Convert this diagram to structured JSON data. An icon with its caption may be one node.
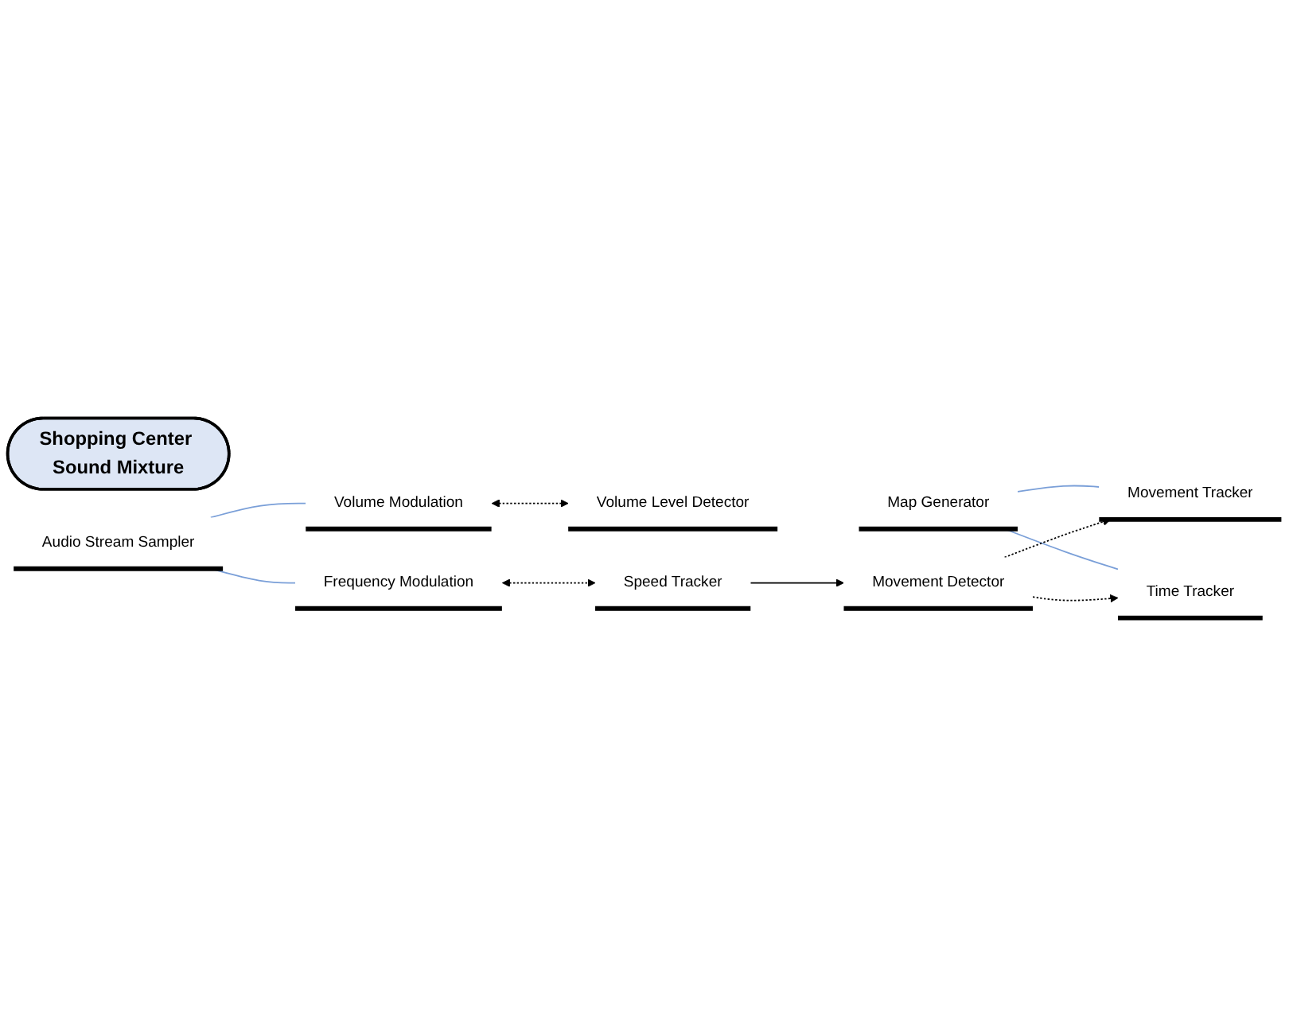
{
  "diagram": {
    "nodes": [
      {
        "text": [
          "Shopping Center Sound Mixture"
        ]
      },
      {
        "text": [
          "Audio Stream Sampler"
        ]
      },
      {
        "text": [
          "Volume Modulation"
        ]
      },
      {
        "text": [
          "Volume Level Detector"
        ]
      },
      {
        "text": [
          "Frequency Modulation"
        ]
      },
      {
        "text": [
          "Speed Tracker"
        ]
      },
      {
        "text": [
          "Map Generator"
        ]
      },
      {
        "text": [
          "Movement Tracker"
        ]
      },
      {
        "text": [
          "Movement Detector"
        ]
      },
      {
        "text": [
          "Time Tracker"
        ]
      }
    ],
    "edges": [
      {
        "from": 1,
        "to": 2,
        "arrow": "none",
        "color": "#7a9fd8"
      },
      {
        "from": 1,
        "to": 4,
        "arrow": "none",
        "color": "#7a9fd8"
      },
      {
        "from": 2,
        "to": 3,
        "arrow": "both",
        "style": "dashed"
      },
      {
        "from": 4,
        "to": 5,
        "arrow": "both",
        "style": "dashed"
      },
      {
        "from": 5,
        "to": 8,
        "arrow": "to"
      },
      {
        "from": 6,
        "to": 7,
        "arrow": "none",
        "color": "#7a9fd8"
      },
      {
        "from": 6,
        "to": 9,
        "arrow": "none",
        "color": "#7a9fd8"
      },
      {
        "from": 8,
        "to": 7,
        "arrow": "to",
        "style": "dashed"
      },
      {
        "from": 8,
        "to": 9,
        "arrow": "to",
        "style": "dashed"
      }
    ]
  }
}
